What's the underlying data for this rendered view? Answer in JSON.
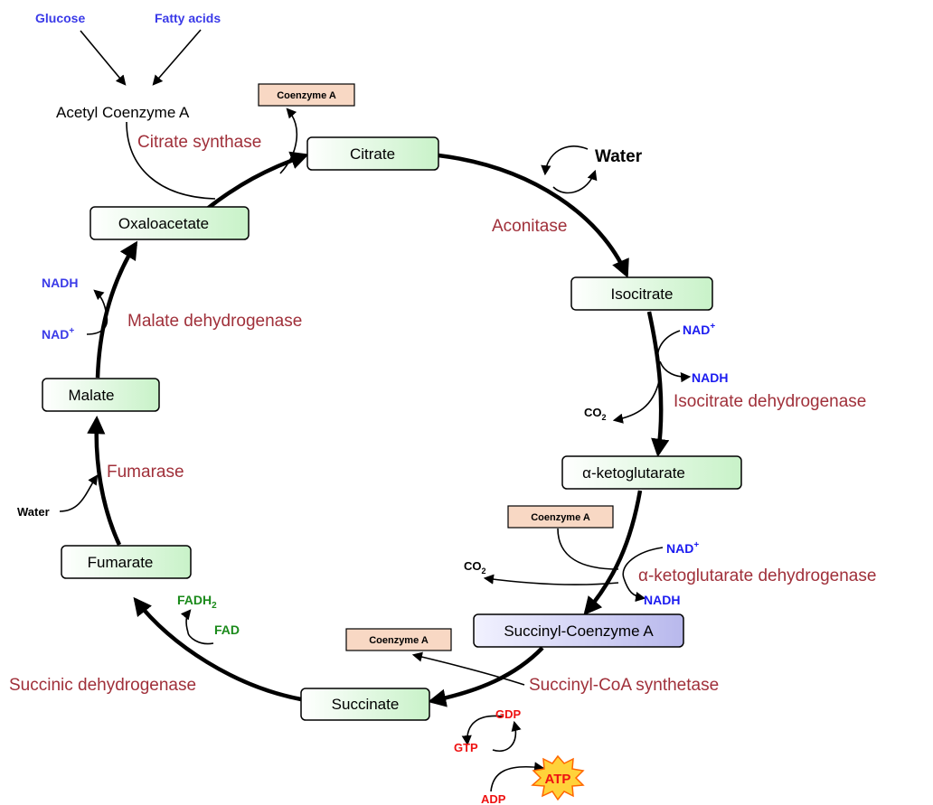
{
  "inputs": {
    "glucose": "Glucose",
    "fatty_acids": "Fatty acids",
    "acetyl_coa": "Acetyl Coenzyme A"
  },
  "metabolites": {
    "citrate": "Citrate",
    "isocitrate": "Isocitrate",
    "alpha_kg": "α-ketoglutarate",
    "succinyl_coa": "Succinyl-Coenzyme A",
    "succinate": "Succinate",
    "fumarate": "Fumarate",
    "malate": "Malate",
    "oxaloacetate": "Oxaloacetate"
  },
  "enzymes": {
    "citrate_synthase": "Citrate synthase",
    "aconitase": "Aconitase",
    "isocitrate_dh": "Isocitrate dehydrogenase",
    "akg_dh": "α-ketoglutarate dehydrogenase",
    "succinyl_coa_synthetase": "Succinyl-CoA synthetase",
    "succinic_dh": "Succinic dehydrogenase",
    "fumarase": "Fumarase",
    "malate_dh": "Malate dehydrogenase"
  },
  "cofactors": {
    "coenzyme_a": "Coenzyme A",
    "water": "Water",
    "nad": "NAD",
    "nad_sup": "+",
    "nadh": "NADH",
    "co": "CO",
    "co_sub": "2",
    "fadh": "FADH",
    "fadh_sub": "2",
    "fad": "FAD",
    "gdp": "GDP",
    "gtp": "GTP",
    "adp": "ADP",
    "atp": "ATP"
  },
  "colors": {
    "enzyme": "#a0303a",
    "metabolite_box": "#dff7df",
    "succinyl_box": "#c8c8f0",
    "coa_box": "#f8d8c4",
    "nad_blue": "#3a3ae8",
    "fad_green": "#1a8a1a",
    "gtp_red": "#ee1111",
    "atp_star": "#ffd23a"
  }
}
